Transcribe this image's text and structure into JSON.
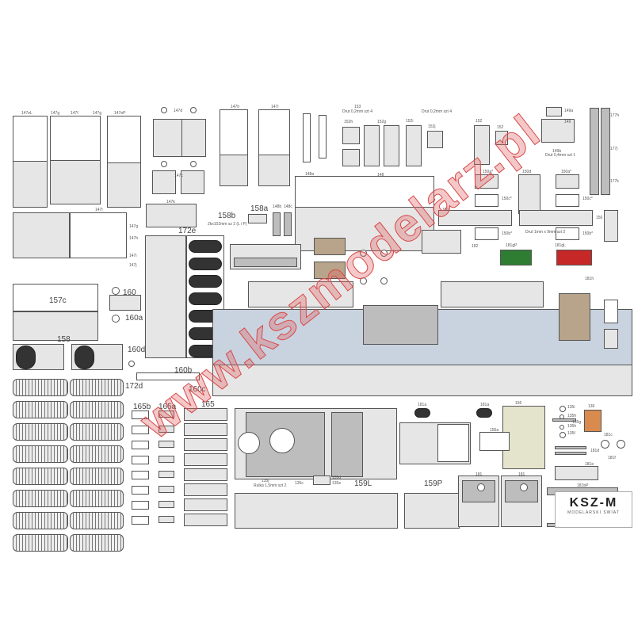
{
  "sheet": {
    "labels": {
      "p147eL": "147eL",
      "p147g1": "147g",
      "p147f1": "147f",
      "p147g2": "147g",
      "p147eP": "147eP",
      "p147d": "147d",
      "p147c": "147c",
      "p147k": "147k",
      "p147h": "147h",
      "p147i": "147i",
      "p147l": "147l",
      "p147g3": "147g",
      "p147h2": "147h",
      "p147i2": "147i",
      "p147j": "147j",
      "p158b": "158b",
      "p158b_note": "2kx102mm sz 2 (L i P)",
      "p158a": "158a",
      "p148b": "148b",
      "p148c": "148c",
      "p172e": "172e",
      "p148a": "148a",
      "p148": "148",
      "p153": "153",
      "p153_note": "Drut 0,2mm szt 4",
      "p152h": "152h",
      "p152g": "152g",
      "p152i": "152i",
      "p152j": "152j",
      "p153b_note": "Drut 0,2mm szt 4",
      "p152k": "152",
      "p152l": "152",
      "p149a": "149a",
      "p149": "149",
      "p149b": "149b",
      "p149b_note": "Drut 0,4mm szt 1",
      "p177h": "177h",
      "p177j": "177j",
      "p177k": "177k",
      "p150a1": "150a*",
      "p150a2": "150a*",
      "p150d": "150d",
      "p150c1": "150c*",
      "p150c2": "150c*",
      "p150": "150",
      "p150b": "150",
      "p150b1": "150b*",
      "p150b2": "150b*",
      "p150e_note": "Drut 1mm x 9mm szt 2",
      "p157c": "157c",
      "p160": "160",
      "p160a": "160a",
      "p158": "158",
      "p160d": "160d",
      "p160b": "160b",
      "p160c": "160c",
      "p172d": "172d",
      "p165b": "165b",
      "p165a": "165a",
      "p165": "165",
      "p181gP": "181gP",
      "p181gL": "181gL",
      "p182": "182",
      "p181h": "181h",
      "p159L": "159L",
      "p159P": "159P",
      "p181a1": "181a",
      "p181a2": "181a",
      "p156": "156",
      "p156a": "156a",
      "p181_1": "181",
      "p181_2": "181",
      "p135i": "135i",
      "p135h": "135h",
      "p135g": "135g",
      "p135f": "135f",
      "p136": "136",
      "p181c": "181c",
      "p181d": "181d",
      "p181f": "181f",
      "p181e": "181e",
      "p181bP": "181bP",
      "p135j": "135j",
      "p135j_note": "Rulka 1,5mm szt 2",
      "p135c": "135c",
      "p135d": "135d",
      "p135e": "135e"
    },
    "watermark": "www.kszmodelarz.pl",
    "logo": {
      "title": "KSZ-M",
      "subtitle": "MODELARSKI SWIAT"
    },
    "colors": {
      "green": "#2e7d32",
      "red": "#c62828",
      "cream": "#e4e4cc",
      "orange": "#d98a4e",
      "blue": "#c9d3df",
      "wood": "#b8a48a"
    }
  }
}
